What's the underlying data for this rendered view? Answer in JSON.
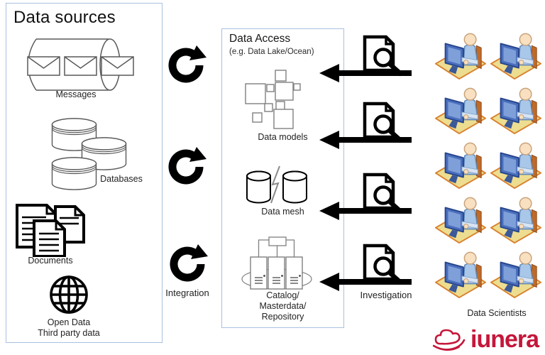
{
  "colors": {
    "panel_border": "#a9c1e0",
    "line_gray": "#595959",
    "detail_gray": "#7f7f7f",
    "ink": "#000000",
    "logo_red": "#c4173a",
    "desk_fill": "#eddd90",
    "desk_edge": "#d9822f",
    "monitor_blue": "#4a6fbd",
    "shirt_blue": "#a9c7e8",
    "skin": "#f8e0c0"
  },
  "data_sources": {
    "title": "Data sources",
    "items": [
      {
        "icon": "message-queue-icon",
        "label": "Messages"
      },
      {
        "icon": "databases-icon",
        "label": "Databases"
      },
      {
        "icon": "documents-icon",
        "label": "Documents"
      },
      {
        "icon": "globe-icon",
        "label": "Open Data",
        "label2": "Third party data"
      }
    ]
  },
  "integration": {
    "label": "Integration",
    "icon": "sync-arrow-icon",
    "icon_count": 3
  },
  "data_access": {
    "title": "Data Access",
    "subtitle": "(e.g. Data Lake/Ocean)",
    "items": [
      {
        "icon": "data-models-icon",
        "label": "Data models"
      },
      {
        "icon": "data-mesh-icon",
        "label": "Data mesh"
      },
      {
        "icon": "catalog-servers-icon",
        "lines": [
          "Catalog/",
          "Masterdata/",
          "Repository"
        ]
      }
    ]
  },
  "investigation": {
    "label": "Investigation",
    "icon": "document-search-icon",
    "arrow_count": 4
  },
  "data_scientists": {
    "label": "Data Scientists",
    "icon": "person-at-computer-icon",
    "count": 10,
    "grid": "2x5"
  },
  "logo": {
    "text": "iunera",
    "icon": "cloud-swoosh-icon"
  }
}
